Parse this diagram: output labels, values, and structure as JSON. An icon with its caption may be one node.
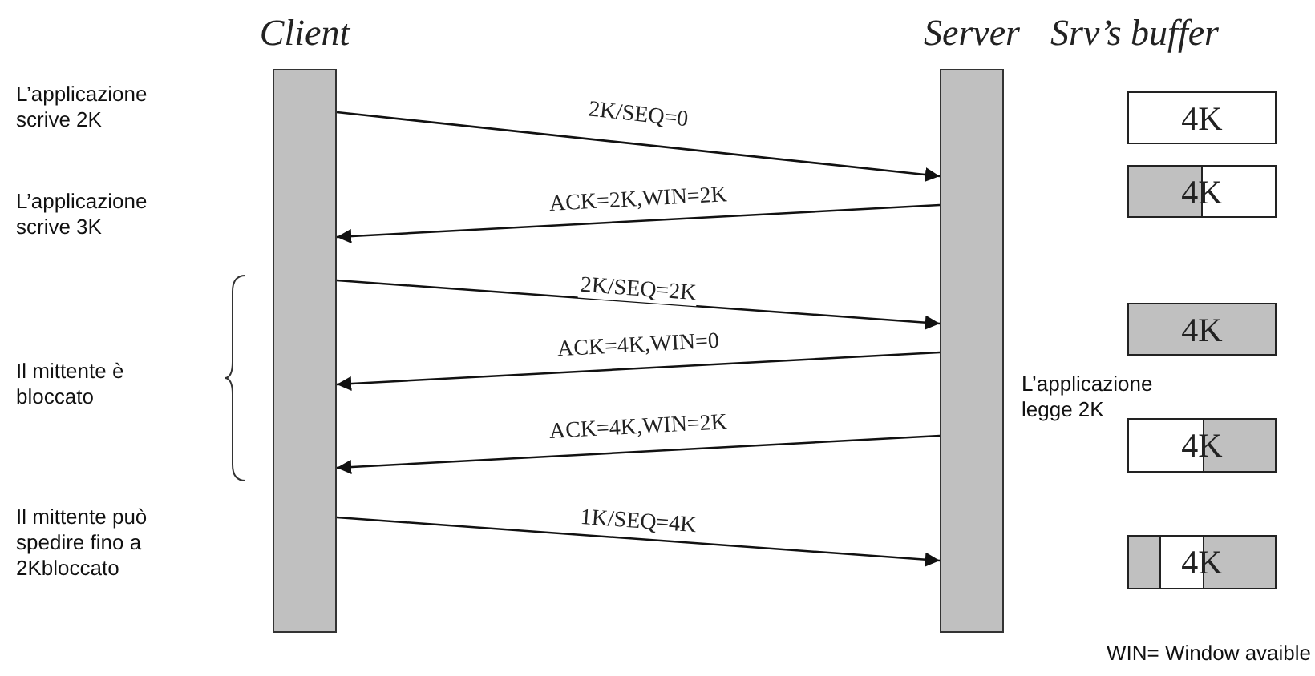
{
  "diagram": {
    "nodes": [
      {
        "text": [
          "Client"
        ]
      },
      {
        "text": [
          "Server"
        ]
      },
      {
        "text": [
          "4K"
        ]
      },
      {
        "text": [
          "4K"
        ]
      },
      {
        "text": [
          "4K"
        ]
      },
      {
        "text": [
          "4K"
        ]
      },
      {
        "text": [
          "4K"
        ]
      }
    ],
    "edges": [
      {
        "from": 0,
        "to": 1,
        "arrow": "to",
        "label": "2K/SEQ=0"
      },
      {
        "from": 1,
        "to": 0,
        "arrow": "to",
        "label": "ACK=2K,WIN=2K"
      },
      {
        "from": 0,
        "to": 1,
        "arrow": "to",
        "label": "2K/SEQ=2K"
      },
      {
        "from": 1,
        "to": 0,
        "arrow": "to",
        "label": "ACK=4K,WIN=0"
      },
      {
        "from": 1,
        "to": 0,
        "arrow": "to",
        "label": "ACK=4K,WIN=2K"
      },
      {
        "from": 0,
        "to": 1,
        "arrow": "to",
        "label": "1K/SEQ=4K"
      }
    ],
    "labels": [
      "Srv’s buffer",
      "L’applicazione scrive 2K",
      "L’applicazione scrive 3K",
      "Il mittente è bloccato",
      "L’applicazione legge 2K",
      "Il mittente può spedire fino a 2Kbloccato",
      "WIN= Window avaible"
    ]
  }
}
